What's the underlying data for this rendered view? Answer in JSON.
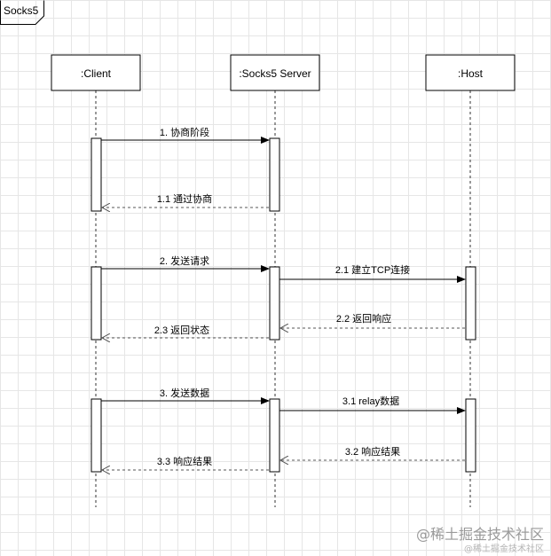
{
  "frame": {
    "title": "Socks5"
  },
  "participants": [
    {
      "id": "client",
      "label": ":Client"
    },
    {
      "id": "server",
      "label": ":Socks5 Server"
    },
    {
      "id": "host",
      "label": ":Host"
    }
  ],
  "messages": [
    {
      "id": "m1",
      "label": "1. 协商阶段",
      "from": "client",
      "to": "server",
      "style": "request"
    },
    {
      "id": "m11",
      "label": "1.1 通过协商",
      "from": "server",
      "to": "client",
      "style": "return"
    },
    {
      "id": "m2",
      "label": "2. 发送请求",
      "from": "client",
      "to": "server",
      "style": "request"
    },
    {
      "id": "m21",
      "label": "2.1 建立TCP连接",
      "from": "server",
      "to": "host",
      "style": "request"
    },
    {
      "id": "m22",
      "label": "2.2 返回响应",
      "from": "host",
      "to": "server",
      "style": "return"
    },
    {
      "id": "m23",
      "label": "2.3 返回状态",
      "from": "server",
      "to": "client",
      "style": "return"
    },
    {
      "id": "m3",
      "label": "3. 发送数据",
      "from": "client",
      "to": "server",
      "style": "request"
    },
    {
      "id": "m31",
      "label": "3.1 relay数据",
      "from": "server",
      "to": "host",
      "style": "request"
    },
    {
      "id": "m32",
      "label": "3.2 响应结果",
      "from": "host",
      "to": "server",
      "style": "return"
    },
    {
      "id": "m33",
      "label": "3.3 响应结果",
      "from": "server",
      "to": "client",
      "style": "return"
    }
  ],
  "watermark": {
    "main": "@稀土掘金技术社区",
    "sub": "@稀土掘金技术社区"
  },
  "colors": {
    "line": "#000000",
    "return_line": "#555555",
    "grid": "#e6e6e6"
  }
}
